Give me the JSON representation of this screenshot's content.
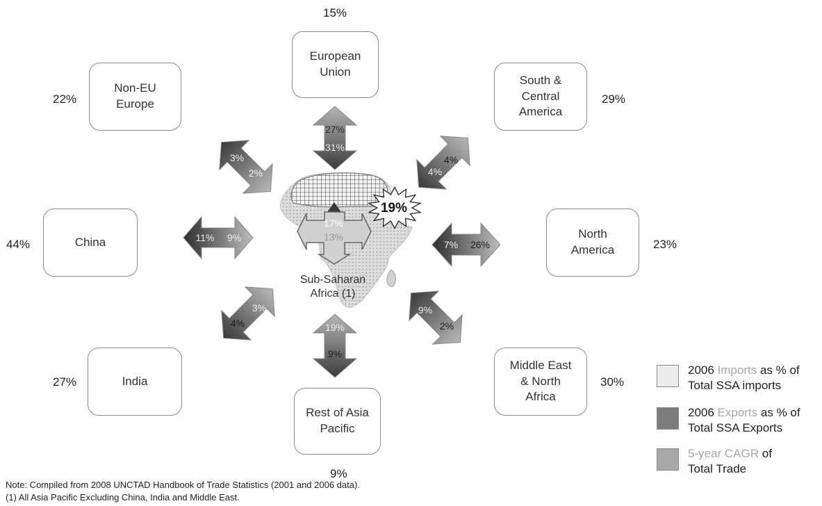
{
  "regions": {
    "eu": {
      "label": "European\nUnion",
      "growth": "15%"
    },
    "non_eu": {
      "label": "Non-EU\nEurope",
      "growth": "22%"
    },
    "south_america": {
      "label": "South &\nCentral\nAmerica",
      "growth": "29%"
    },
    "china": {
      "label": "China",
      "growth": "44%"
    },
    "north_america": {
      "label": "North\nAmerica",
      "growth": "23%"
    },
    "india": {
      "label": "India",
      "growth": "27%"
    },
    "mena": {
      "label": "Middle East\n& North\nAfrica",
      "growth": "30%"
    },
    "rest_asia": {
      "label": "Rest of Asia\nPacific",
      "growth": "9%"
    }
  },
  "flows": {
    "eu": {
      "a": "27%",
      "b": "31%"
    },
    "non_eu": {
      "a": "3%",
      "b": "2%"
    },
    "south_america": {
      "a": "4%",
      "b": "4%"
    },
    "china": {
      "a": "11%",
      "b": "9%"
    },
    "north_america": {
      "a": "7%",
      "b": "26%"
    },
    "india": {
      "a": "4%",
      "b": "3%"
    },
    "mena": {
      "a": "9%",
      "b": "2%"
    },
    "rest_asia": {
      "a": "19%",
      "b": "9%"
    }
  },
  "center": {
    "label_line1": "Sub-Saharan",
    "label_line2": "Africa (1)",
    "cross_top": "17%",
    "cross_bottom": "13%",
    "burst": "19%"
  },
  "legend": [
    {
      "pre": "2006 ",
      "hl": "Imports",
      "post": " as % of",
      "line2": "Total SSA imports",
      "color": "#ececec"
    },
    {
      "pre": "2006 ",
      "hl": "Exports",
      "post": " as % of",
      "line2": "Total SSA Exports",
      "color": "#7d7d7d"
    },
    {
      "pre": "",
      "hl": "5-year CAGR",
      "post": " of",
      "line2": "Total Trade",
      "color": "#a8a8a8"
    }
  ],
  "notes": {
    "line1": "Note:  Compiled from 2008 UNCTAD Handbook of Trade Statistics (2001 and 2006 data).",
    "line2": "(1)  All Asia Pacific Excluding China, India and Middle East."
  }
}
